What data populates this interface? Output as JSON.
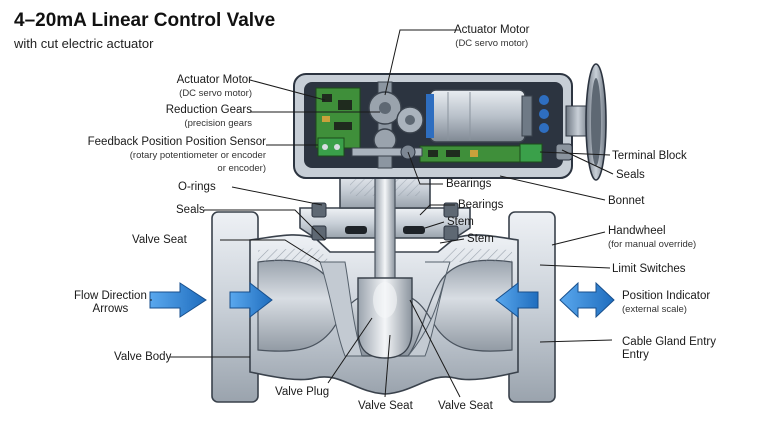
{
  "title": "4–20mA Linear Control Valve",
  "subtitle": "with cut electric actuator",
  "labels": {
    "actuator_motor_top": "Actuator Motor",
    "actuator_motor_top_sub": "(DC servo motor)",
    "actuator_motor_left": "Actuator Motor",
    "actuator_motor_left_sub": "(DC servo motor)",
    "reduction_gears": "Reduction Gears",
    "reduction_gears_sub": "(precision gears",
    "feedback_sensor": "Feedback Position Position Sensor",
    "feedback_sensor_sub1": "(rotary potentiometer or encoder",
    "feedback_sensor_sub2": "or encoder)",
    "o_rings": "O-rings",
    "seals_left": "Seals",
    "valve_seat_left": "Valve Seat",
    "flow_direction_1": "Flow Direction",
    "flow_direction_2": "Arrows",
    "valve_body": "Valve Body",
    "valve_plug": "Valve Plug",
    "valve_seat_bottom_1": "Valve Seat",
    "valve_seat_bottom_2": "Valve Seat",
    "bearings_1": "Bearings",
    "bearings_2": "Bearings",
    "stem_1": "Stem",
    "stem_2": "Stem",
    "terminal_block": "Terminal Block",
    "seals_right": "Seals",
    "bonnet": "Bonnet",
    "handwheel": "Handwheel",
    "handwheel_sub": "(for manual override)",
    "limit_switches": "Limit Switches",
    "position_indicator": "Position Indicator",
    "position_indicator_sub": "(external scale)",
    "cable_gland_1": "Cable Gland Entry",
    "cable_gland_2": "Entry"
  },
  "colors": {
    "steel_light": "#dfe4ea",
    "steel_mid": "#b8c0ca",
    "steel_dark": "#7d8793",
    "flow_arrow": "#2f7fd0",
    "pcb_green": "#3f8f3a",
    "housing_dark": "#2c3440"
  },
  "icons": {
    "flow_arrow": "arrow-right-icon",
    "flow_arrow_reverse": "arrow-left-icon",
    "bidirectional": "double-arrow-icon"
  }
}
